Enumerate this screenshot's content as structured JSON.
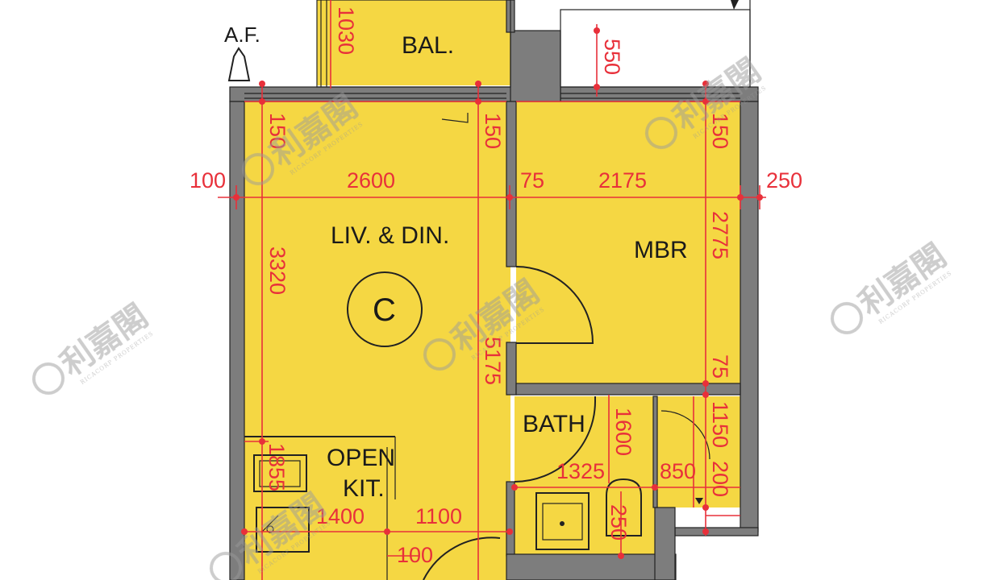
{
  "plan": {
    "rooms": {
      "balcony": "BAL.",
      "living_dining": "LIV. & DIN.",
      "master_bedroom": "MBR",
      "bathroom": "BATH",
      "open_kitchen_line1": "OPEN",
      "open_kitchen_line2": "KIT.",
      "flat_label": "C",
      "af": "A.F."
    },
    "dimensions": {
      "bal_depth": "1030",
      "top_550": "550",
      "liv_top_left_150": "150",
      "liv_top_right_150": "150",
      "mbr_top_150": "150",
      "left_100": "100",
      "liv_width": "2600",
      "mid_75": "75",
      "mbr_width": "2175",
      "right_250": "250",
      "liv_3320": "3320",
      "mbr_2775": "2775",
      "liv_5175": "5175",
      "mbr_75": "75",
      "bath_1600": "1600",
      "shower_1150": "1150",
      "kit_1855": "1855",
      "bath_1325": "1325",
      "shower_850": "850",
      "shower_200": "200",
      "kit_1400": "1400",
      "kit_1100": "1100",
      "bath_250": "250",
      "kit_100": "100"
    },
    "watermark": {
      "chinese": "利嘉閣",
      "english": "RICACORP PROPERTIES"
    },
    "colors": {
      "room_fill": "#f5d743",
      "wall": "#7d7d7d",
      "dimension": "#e8303a"
    }
  }
}
